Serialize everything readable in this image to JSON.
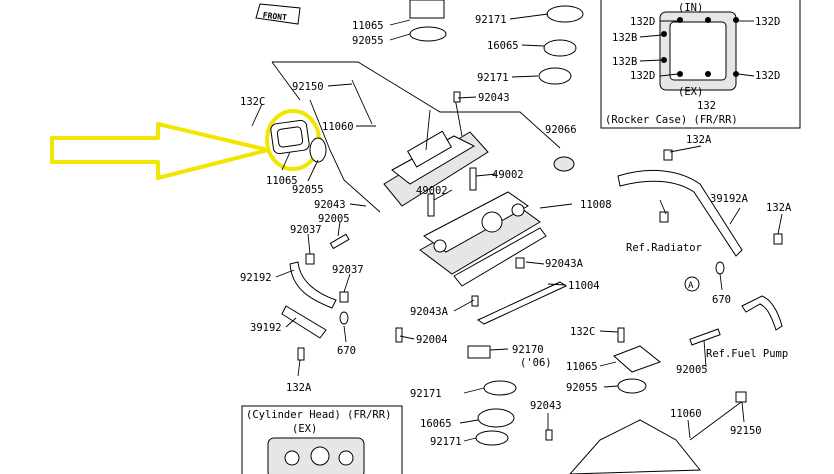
{
  "labels": {
    "front_mark": "FRONT",
    "p11065_top": "11065",
    "p92055_top": "92055",
    "p92171_top": "92171",
    "p16065_top": "16065",
    "p92171_b": "92171",
    "p92043_top": "92043",
    "p92066": "92066",
    "p92150_top": "92150",
    "p132c_left": "132C",
    "p11060_left": "11060",
    "p11065_left": "11065",
    "p92055_left": "92055",
    "p49002_a": "49002",
    "p49002_b": "49002",
    "p92043_left": "92043",
    "p92005_left": "92005",
    "p11008": "11008",
    "p92037_a": "92037",
    "p92037_b": "92037",
    "p92192": "92192",
    "p92043a_r": "92043A",
    "p11004": "11004",
    "p92043a_l": "92043A",
    "p39192_left": "39192",
    "p670_left": "670",
    "p92004": "92004",
    "p132a_left": "132A",
    "p132a_top": "132A",
    "p39192a": "39192A",
    "p132a_right": "132A",
    "ref_radiator": "Ref.Radiator",
    "circle_a": "A",
    "p670_right": "670",
    "p132c_low": "132C",
    "p92170": "92170",
    "p92170_year": "('06)",
    "p11065_low": "11065",
    "p92055_low": "92055",
    "p92171_low": "92171",
    "p92043_low": "92043",
    "p16065_low": "16065",
    "p92171_low2": "92171",
    "p11060_low": "11060",
    "p92150_low": "92150",
    "p92005_right": "92005",
    "ref_fuel_pump": "Ref.Fuel Pump",
    "inset_in": "(IN)",
    "inset_ex": "(EX)",
    "inset_132": "132",
    "inset_132d_1": "132D",
    "inset_132d_2": "132D",
    "inset_132b_1": "132B",
    "inset_132b_2": "132B",
    "inset_132d_3": "132D",
    "inset_132d_4": "132D",
    "inset_title": "(Rocker Case) (FR/RR)",
    "cyl_title": "(Cylinder Head) (FR/RR)",
    "cyl_ex": "(EX)"
  },
  "colors": {
    "ink": "#000000",
    "highlight": "#f0e600",
    "paper": "#ffffff"
  }
}
